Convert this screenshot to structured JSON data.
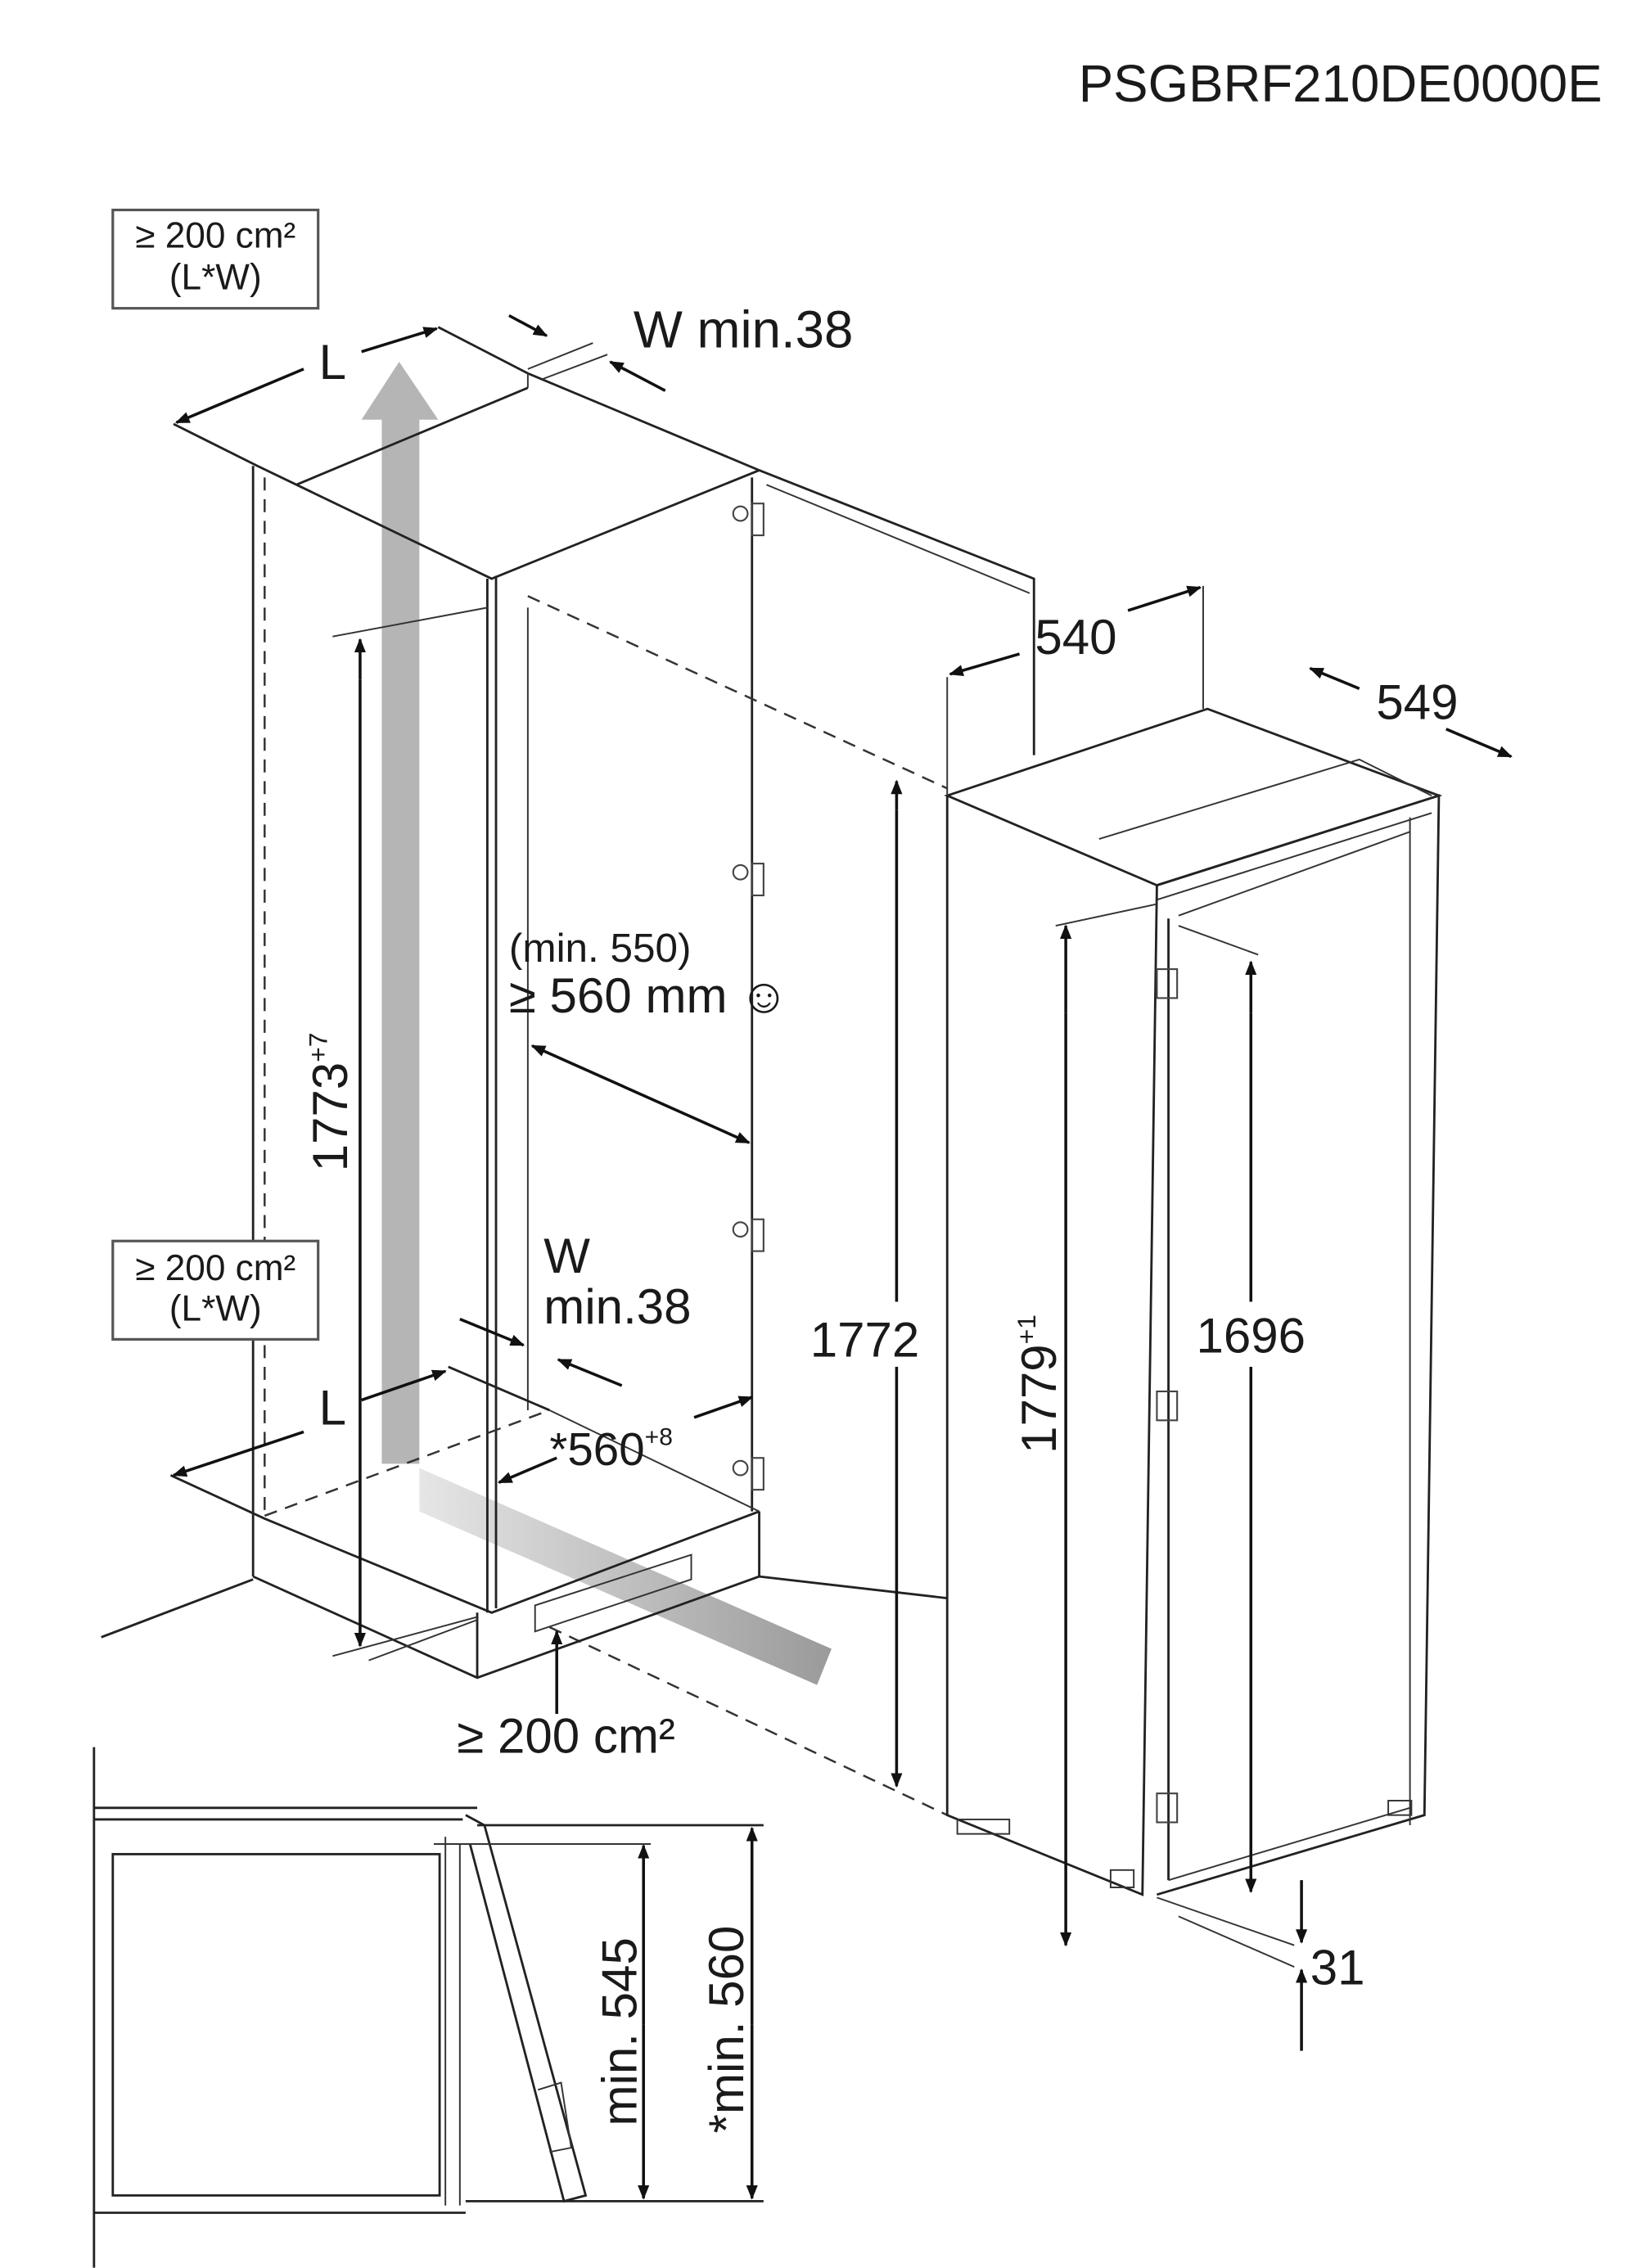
{
  "model_code": "PSGBRF210DE0000E",
  "ventilation_top": {
    "area": "≥ 200 cm²",
    "formula": "(L*W)",
    "length_label": "L",
    "width_label": "W min.38"
  },
  "ventilation_bottom": {
    "area": "≥ 200 cm²",
    "formula": "(L*W)",
    "length_label": "L",
    "width_label_w": "W",
    "width_label_min": "min.38"
  },
  "niche": {
    "height": "1773",
    "height_tolerance": "+7",
    "depth_min": "(min. 550)",
    "depth_recommended": "≥ 560 mm",
    "smiley": "☺",
    "width": "*560",
    "width_tolerance": "+8",
    "plinth_vent": "≥ 200 cm²"
  },
  "appliance": {
    "width": "540",
    "depth": "549",
    "height_cabinet": "1772",
    "height_total": "1779",
    "height_tolerance": "+1",
    "door_height": "1696",
    "foot_height": "31"
  },
  "door_section": {
    "clearance_min": "min. 545",
    "clearance_recommended": "*min. 560"
  },
  "colors": {
    "line": "#222222",
    "airflow": "#a8a8a8",
    "box_border": "#555555"
  }
}
